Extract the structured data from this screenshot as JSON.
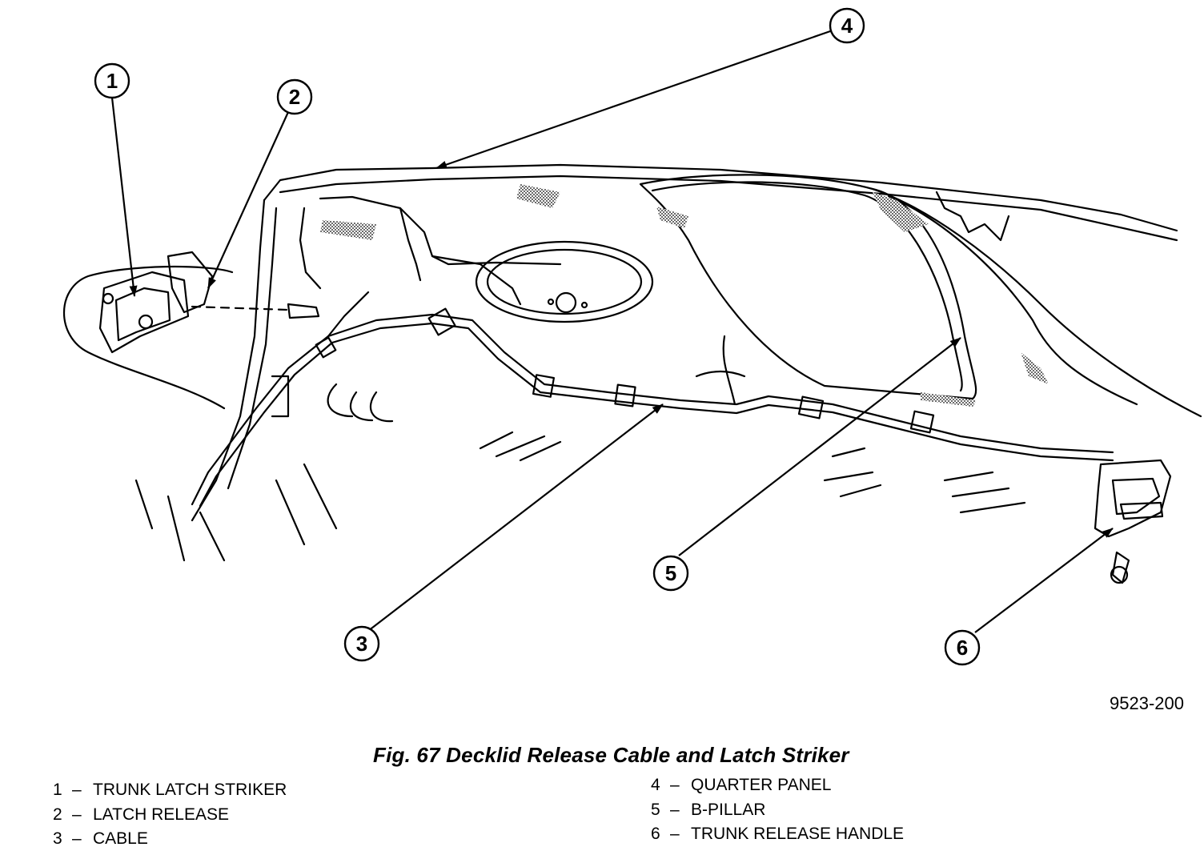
{
  "figure": {
    "code": "9523-200",
    "caption": "Fig. 67 Decklid Release Cable and Latch Striker"
  },
  "callouts": [
    {
      "num": "1"
    },
    {
      "num": "2"
    },
    {
      "num": "3"
    },
    {
      "num": "4"
    },
    {
      "num": "5"
    },
    {
      "num": "6"
    }
  ],
  "legend": {
    "dash": "–",
    "left": [
      {
        "num": "1",
        "label": "TRUNK LATCH STRIKER"
      },
      {
        "num": "2",
        "label": "LATCH RELEASE"
      },
      {
        "num": "3",
        "label": "CABLE"
      }
    ],
    "right": [
      {
        "num": "4",
        "label": "QUARTER PANEL"
      },
      {
        "num": "5",
        "label": "B-PILLAR"
      },
      {
        "num": "6",
        "label": "TRUNK RELEASE HANDLE"
      }
    ]
  }
}
